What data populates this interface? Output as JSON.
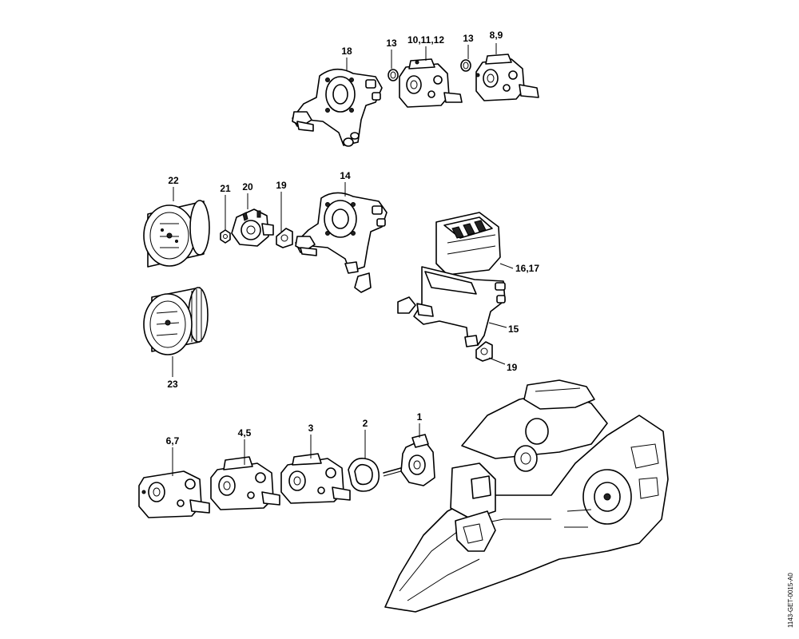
{
  "callouts": {
    "c18": "18",
    "c13a": "13",
    "c10_11_12": "10,11,12",
    "c13b": "13",
    "c8_9": "8,9",
    "c22": "22",
    "c21": "21",
    "c20": "20",
    "c19a": "19",
    "c14": "14",
    "c16_17": "16,17",
    "c15": "15",
    "c19b": "19",
    "c23": "23",
    "c6_7": "6,7",
    "c4_5": "4,5",
    "c3": "3",
    "c2": "2",
    "c1": "1"
  },
  "doc_id": "1143-GET-0015-A0"
}
